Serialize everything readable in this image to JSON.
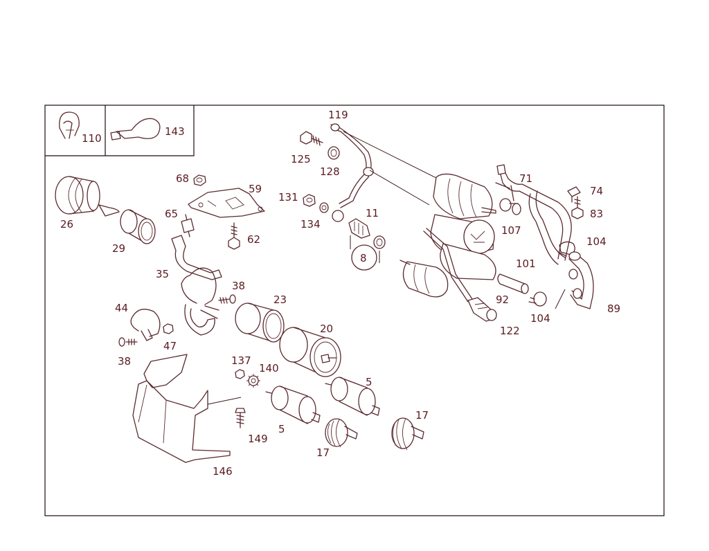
{
  "colors": {
    "line": "#5a2a2e",
    "label": "#5a1a20",
    "frame": "#1a0a0a",
    "background": "#ffffff"
  },
  "labels": {
    "l110": "110",
    "l143": "143",
    "l119": "119",
    "l125": "125",
    "l128": "128",
    "l71": "71",
    "l74": "74",
    "l83": "83",
    "l68": "68",
    "l59": "59",
    "l131": "131",
    "l134": "134",
    "l11": "11",
    "l26": "26",
    "l65": "65",
    "l62": "62",
    "l107": "107",
    "l104a": "104",
    "l29": "29",
    "l8": "8",
    "l101": "101",
    "l35": "35",
    "l38a": "38",
    "l23": "23",
    "l92": "92",
    "l104b": "104",
    "l89": "89",
    "l44": "44",
    "l47": "47",
    "l122": "122",
    "l20": "20",
    "l38b": "38",
    "l137": "137",
    "l140": "140",
    "l5a": "5",
    "l17a": "17",
    "l5b": "5",
    "l149": "149",
    "l17b": "17",
    "l146": "146"
  }
}
